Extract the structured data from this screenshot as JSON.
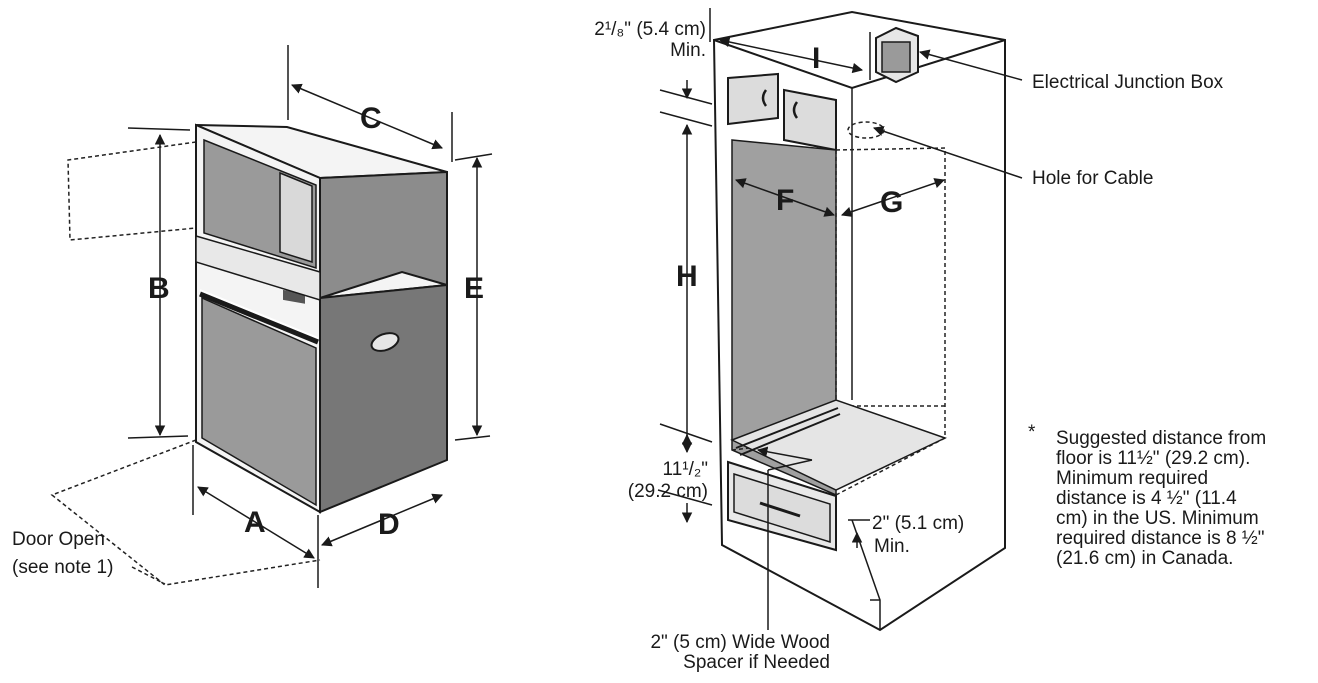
{
  "colors": {
    "ink": "#1a1a1a",
    "panel_grey": "#8c8c8c",
    "dark_grey": "#777777",
    "light_grey": "#f4f4f4",
    "background": "#ffffff"
  },
  "oven_figure": {
    "dimension_letters": {
      "a": "A",
      "b": "B",
      "c": "C",
      "d": "D",
      "e": "E"
    },
    "door_open_line1": "Door Open",
    "door_open_line2": "(see note 1)"
  },
  "cabinet_figure": {
    "dimension_letters": {
      "f": "F",
      "g": "G",
      "h": "H",
      "i": "I"
    },
    "top_clearance_value": "2¹/₈\" (5.4 cm)",
    "top_clearance_min": "Min.",
    "floor_distance_value": "11¹/₂\"",
    "floor_distance_metric": "(29.2 cm)",
    "bottom_clearance_value": "2\" (5.1 cm)",
    "bottom_clearance_min": "Min.",
    "junction_box_label": "Electrical Junction Box",
    "cable_hole_label": "Hole for Cable",
    "spacer_line1": "2\" (5 cm) Wide Wood",
    "spacer_line2": "Spacer if Needed"
  },
  "footnote": {
    "marker": "*",
    "lines": [
      "Suggested distance from",
      "floor is 11½\" (29.2 cm).",
      "Minimum required",
      "distance is 4 ½\" (11.4",
      "cm) in the US. Minimum",
      "required distance is 8 ½\"",
      "(21.6 cm) in Canada."
    ]
  }
}
